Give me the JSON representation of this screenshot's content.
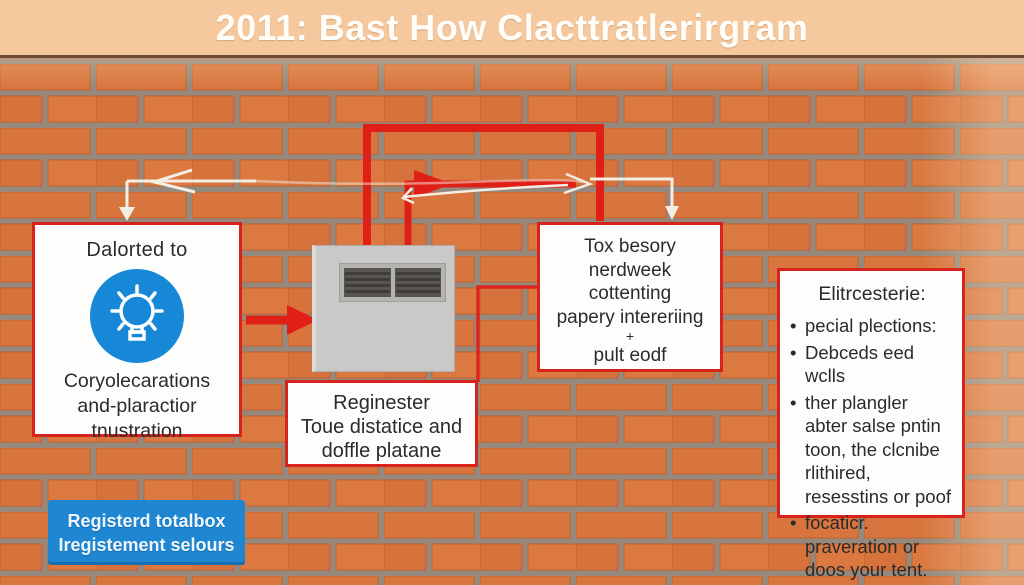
{
  "title": "2011: Bast How Clacttratlerirgram",
  "boxes": {
    "left": {
      "heading": "Dalorted to",
      "icon": "lightbulb-icon",
      "lines": [
        "Coryolecarations",
        "and-plaractior",
        "tnustration"
      ]
    },
    "register": {
      "lines": [
        "Reginester",
        "Toue distatice and",
        "doffle platane"
      ]
    },
    "tox": {
      "lines": [
        "Tox besory",
        "nerdweek",
        "cottenting",
        "papery intereriing",
        "+",
        "pult eodf"
      ]
    },
    "right": {
      "heading": "Elitrcesterie:",
      "bullet_marker": "•",
      "bullets": [
        "pecial plections:",
        "Debceds eed wclls",
        "ther plangler abter salse pntin toon, the clcnibe rlithired, resesstins or poof",
        "focaticr. praveration or doos your tent."
      ]
    },
    "blue": {
      "lines": [
        "Registerd totalbox",
        "Iregistement selours"
      ]
    }
  },
  "colors": {
    "banner_bg": "#f6c89e",
    "brick": "#d8753e",
    "mortar": "#94897c",
    "red_accent": "#e01f16",
    "box_border_red": "#d8231d",
    "blue_accent": "#1f87d1",
    "icon_circle_blue": "#1787d8"
  }
}
